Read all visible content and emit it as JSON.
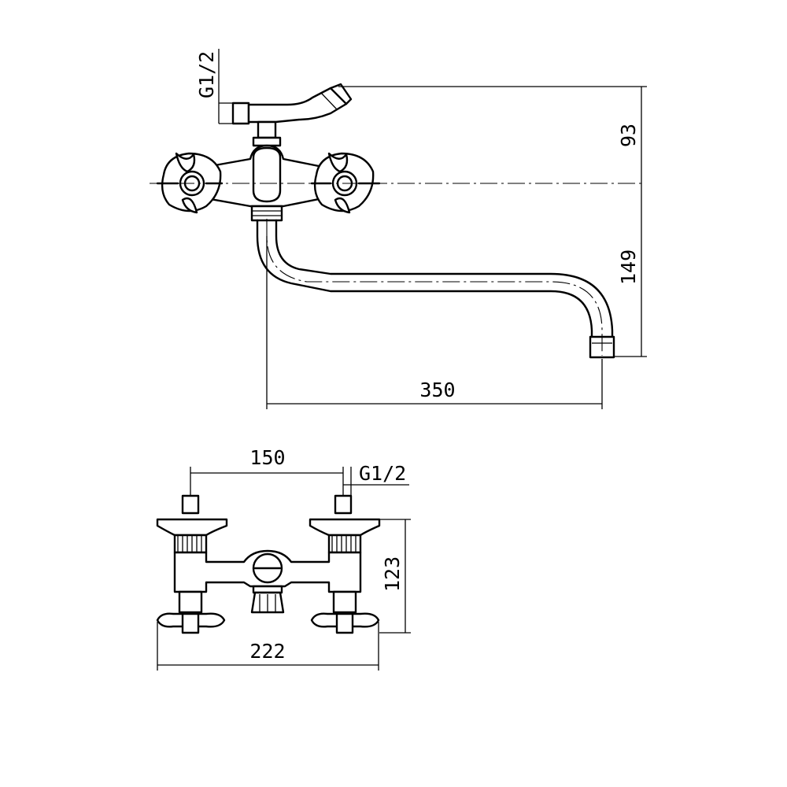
{
  "side_view": {
    "inlet_thread": "G1/2",
    "height_upper": "93",
    "height_lower": "149",
    "spout_reach": "350"
  },
  "front_view": {
    "inlet_spacing": "150",
    "inlet_thread": "G1/2",
    "body_height": "123",
    "overall_width": "222"
  }
}
